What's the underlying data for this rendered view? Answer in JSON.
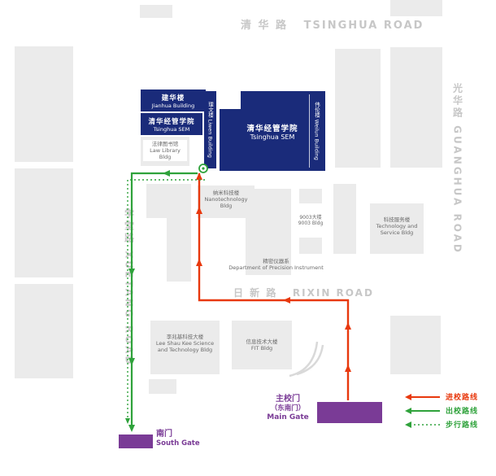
{
  "roads": {
    "tsinghua": {
      "zh": "清 华 路",
      "en": "TSINGHUA ROAD"
    },
    "guanghua": {
      "label": "光华路 GUANGHUA ROAD"
    },
    "xuetang": {
      "label": "学堂路 XUETANG ROAD"
    },
    "rixin": {
      "zh": "日 新 路",
      "en": "RIXIN ROAD"
    }
  },
  "buildings": {
    "jianhua": {
      "zh": "建华楼",
      "en": "Jianhua Building"
    },
    "sem_west": {
      "zh": "清华经管学院",
      "en": "Tsinghua SEM"
    },
    "liwen": {
      "label": "理文楼 Liwen Building"
    },
    "sem_main": {
      "zh": "清华经管学院",
      "en": "Tsinghua SEM"
    },
    "weilun": {
      "label": "伟伦楼 Weilun Building"
    },
    "law_library": {
      "zh": "法律图书馆",
      "en": "Law Library Bldg"
    },
    "nano": {
      "zh": "纳米科技楼",
      "en": "Nanotechnology Bldg"
    },
    "precision": {
      "zh": "精密仪器系",
      "en": "Department of Precision Instrument"
    },
    "b9003": {
      "zh": "9003大楼",
      "en": "9003 Bldg"
    },
    "tech_service": {
      "zh": "科技服务楼",
      "en": "Technology and Service Bldg"
    },
    "lee_shau_kee": {
      "zh": "李兆基科技大楼",
      "en": "Lee Shau Kee Science and Technology Bldg"
    },
    "fit": {
      "zh": "信息技术大楼",
      "en": "FIT Bldg"
    }
  },
  "gates": {
    "south": {
      "zh": "南门",
      "en": "South Gate"
    },
    "main": {
      "zh1": "主校门",
      "zh2": "（东南门）",
      "en": "Main Gate"
    }
  },
  "legend": {
    "items": [
      {
        "label": "进校路线",
        "style": "solid",
        "color": "#e8380d"
      },
      {
        "label": "出校路线",
        "style": "solid",
        "color": "#2fa23b"
      },
      {
        "label": "步行路线",
        "style": "dotted",
        "color": "#2fa23b"
      }
    ]
  },
  "colors": {
    "building_navy": "#1a2b7a",
    "city_block_gray": "#ebebeb",
    "road_label_gray": "#c7c7c7",
    "gate_purple": "#7a3b96",
    "route_red": "#e8380d",
    "route_green": "#2fa23b"
  }
}
